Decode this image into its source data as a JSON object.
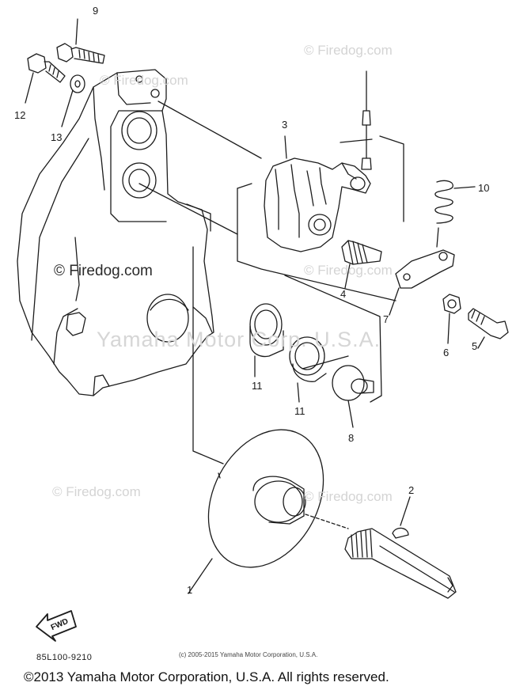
{
  "diagram": {
    "part_code": "85L100-9210",
    "small_copyright": "(c) 2005-2015 Yamaha Motor Corporation, U.S.A.",
    "footer_copyright": "©2013 Yamaha Motor Corporation, U.S.A. All rights reserved.",
    "watermark_brand": "© Firedog.com",
    "watermark_company": "Yamaha Motor Corp. U.S.A.",
    "direction_label": "FWD",
    "callouts": {
      "p1": "1",
      "p2": "2",
      "p3": "3",
      "p4": "4",
      "p5": "5",
      "p6": "6",
      "p7": "7",
      "p8": "8",
      "p9": "9",
      "p10": "10",
      "p11a": "11",
      "p11b": "11",
      "p12": "12",
      "p13": "13"
    }
  }
}
